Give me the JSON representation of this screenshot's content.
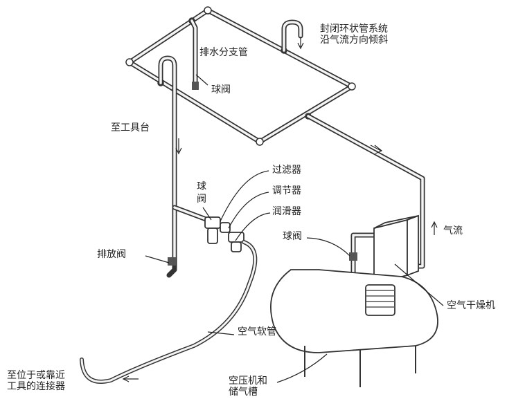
{
  "labels": {
    "closed_loop": "封闭环状管系统\n沿气流方向倾斜",
    "drain_branch": "排水分支管",
    "ball_valve_top": "球阀",
    "to_bench": "至工具台",
    "filter": "过滤器",
    "ball_valve_vertical": "球阀",
    "regulator": "调节器",
    "lubricator": "润滑器",
    "ball_valve_right": "球阀",
    "airflow": "气流",
    "drain_valve": "排放阀",
    "air_dryer": "空气干燥机",
    "air_hose": "空气软管",
    "compressor_tank": "空压机和\n储气槽",
    "to_tool_connector": "至位于或靠近\n工具的连接器"
  }
}
